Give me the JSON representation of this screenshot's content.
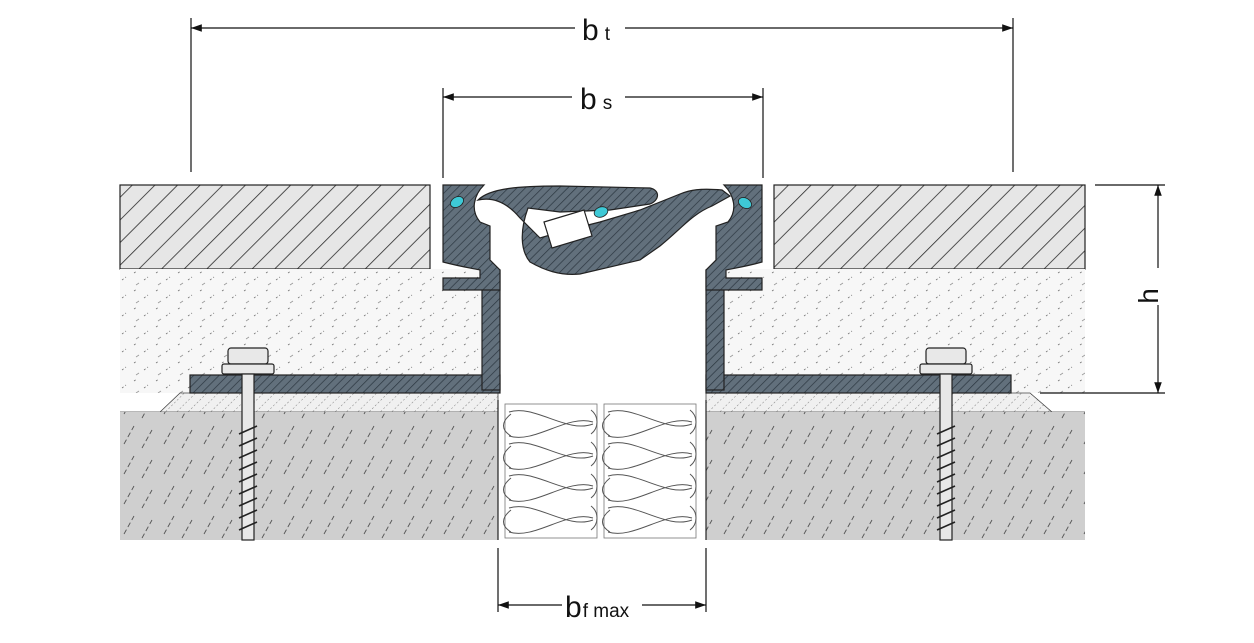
{
  "dimensions": {
    "bt": {
      "main": "b",
      "sub": "t"
    },
    "bs": {
      "main": "b",
      "sub": "s"
    },
    "h": {
      "main": "h"
    },
    "bfmax": {
      "main": "b",
      "sub": "f max"
    }
  },
  "colors": {
    "profile": "#62707c",
    "seal_accent": "#3ec9d6",
    "screed": "#e6e6e6",
    "mortar": "#f6f6f6",
    "concrete": "#cfcfcf",
    "line": "#222222"
  }
}
